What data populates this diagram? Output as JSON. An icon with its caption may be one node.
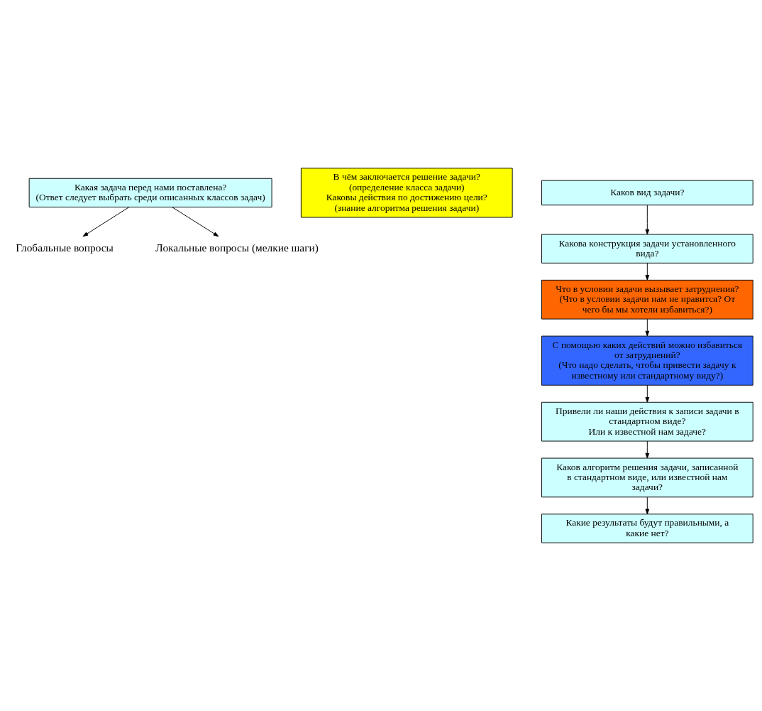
{
  "diagram": {
    "nodes": [
      {
        "text": [
          "Какая задача перед нами поставлена?",
          "(Ответ следует выбрать среди описанных классов задач)"
        ]
      },
      {
        "text": [
          "Глобальные вопросы"
        ]
      },
      {
        "text": [
          "Локальные вопросы (мелкие шаги)"
        ]
      },
      {
        "text": [
          "В чём заключается решение задачи?",
          "(определение класса задачи)",
          "Каковы действия по достижению цели?",
          "(знание алгоритма решения задачи)"
        ]
      },
      {
        "text": [
          "Каков вид задачи?"
        ]
      },
      {
        "text": [
          "Какова конструкция задачи установленного вида?"
        ]
      },
      {
        "text": [
          "Что в условии задачи вызывает затруднения?",
          "(Что в условии задачи нам не нравится? От чего бы мы хотели избавиться?)"
        ]
      },
      {
        "text": [
          "С помощью каких действий можно избавиться от затруднений?",
          "(Что надо сделать, чтобы привести задачу к известному или стандартному виду?)"
        ]
      },
      {
        "text": [
          "Привели ли наши действия к записи задачи в стандартном виде?",
          "Или к известной нам задаче?"
        ]
      },
      {
        "text": [
          "Каков алгоритм решения задачи, записанной в стандартном виде, или известной нам задачи?"
        ]
      },
      {
        "text": [
          "Какие результаты будут правильными, а какие нет?"
        ]
      }
    ],
    "edges": [
      {
        "from": 0,
        "to": 1,
        "arrow": "to"
      },
      {
        "from": 0,
        "to": 2,
        "arrow": "to"
      },
      {
        "from": 4,
        "to": 5,
        "arrow": "to"
      },
      {
        "from": 5,
        "to": 6,
        "arrow": "to"
      },
      {
        "from": 6,
        "to": 7,
        "arrow": "to"
      },
      {
        "from": 7,
        "to": 8,
        "arrow": "to"
      },
      {
        "from": 8,
        "to": 9,
        "arrow": "to"
      },
      {
        "from": 9,
        "to": 10,
        "arrow": "to"
      }
    ]
  }
}
